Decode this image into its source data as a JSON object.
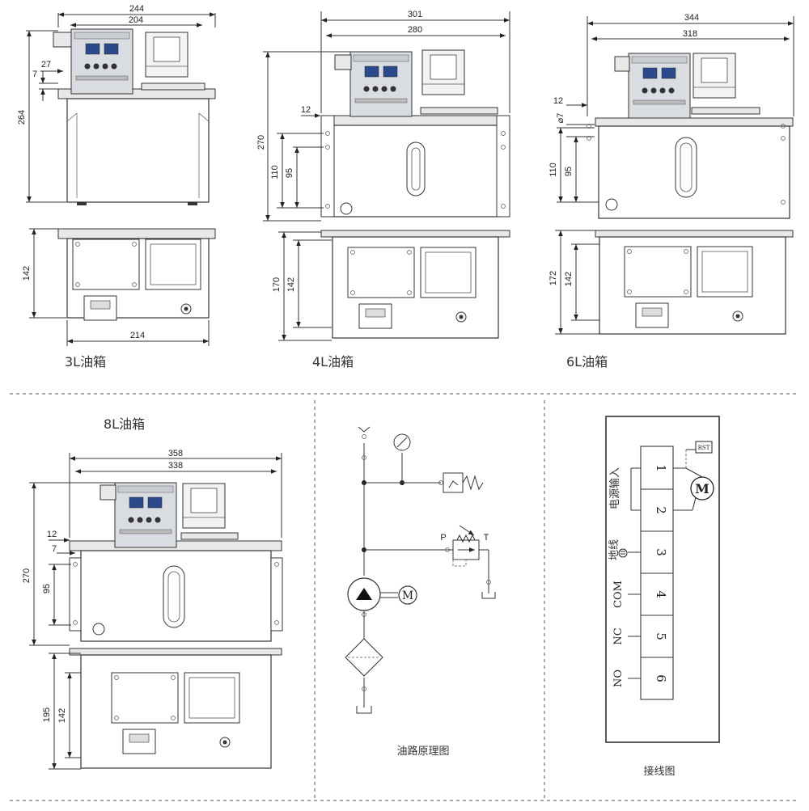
{
  "units": {
    "u3L": {
      "caption": "3L油箱",
      "dims": {
        "w_outer": "244",
        "w_inner": "204",
        "h_total": "264",
        "side_27": "27",
        "side_7": "7",
        "depth": "142",
        "base_w": "214"
      }
    },
    "u4L": {
      "caption": "4L油箱",
      "dims": {
        "w_outer": "301",
        "w_inner": "280",
        "h_total": "270",
        "h_110": "110",
        "h_95": "95",
        "side_12": "12",
        "depth_outer": "170",
        "depth_inner": "142"
      }
    },
    "u6L": {
      "caption": "6L油箱",
      "dims": {
        "w_outer": "344",
        "w_inner": "318",
        "side_12": "12",
        "hole": "⌀7",
        "h_110": "110",
        "h_95": "95",
        "depth_outer": "172",
        "depth_inner": "142"
      }
    },
    "u8L": {
      "caption": "8L油箱",
      "dims": {
        "w_outer": "358",
        "w_inner": "338",
        "side_12": "12",
        "side_7": "7",
        "h_total": "270",
        "h_95": "95",
        "depth_outer": "195",
        "depth_inner": "142"
      }
    }
  },
  "hydraulic": {
    "caption": "油路原理图",
    "port_p": "P",
    "port_t": "T",
    "motor": "M"
  },
  "wiring": {
    "caption": "接线图",
    "rst": "RST",
    "motor": "M",
    "label_power": "电源输入",
    "label_ground": "地线",
    "label_com": "COM",
    "label_nc": "NC",
    "label_no": "NO",
    "terminals": [
      "1",
      "2",
      "3",
      "4",
      "5",
      "6"
    ]
  }
}
